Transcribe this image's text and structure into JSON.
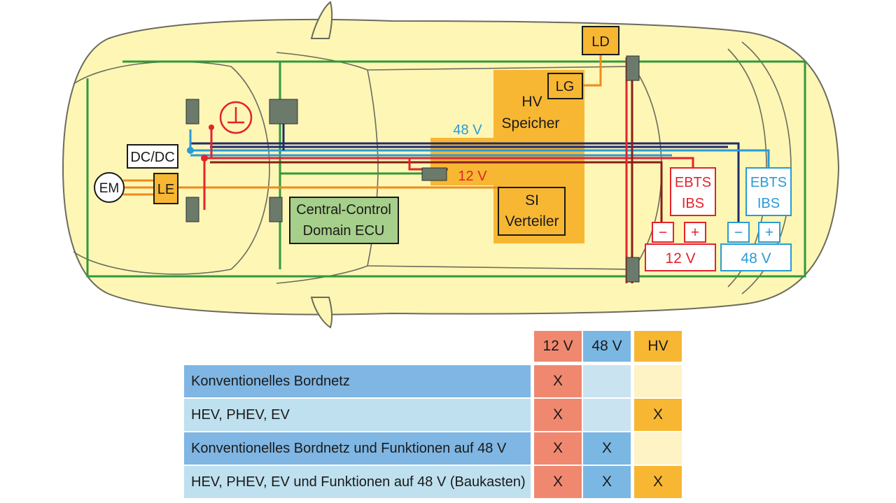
{
  "diagram": {
    "labels": {
      "ld": "LD",
      "lg": "LG",
      "hv_speicher_1": "HV",
      "hv_speicher_2": "Speicher",
      "v48": "48 V",
      "v12": "12 V",
      "si_1": "SI",
      "si_2": "Verteiler",
      "dcdc": "DC/DC",
      "le": "LE",
      "em": "EM",
      "ecu_1": "Central-Control",
      "ecu_2": "Domain ECU",
      "ebts12_1": "EBTS",
      "ebts12_2": "IBS",
      "ebts48_1": "EBTS",
      "ebts48_2": "IBS",
      "minus": "−",
      "plus": "+",
      "bat12": "12 V",
      "bat48": "48 V"
    },
    "colors": {
      "car_body": "#fdf6b5",
      "outline": "#6b6b5e",
      "green": "#2f9a3a",
      "orange": "#f08a1c",
      "hv_block": "#f7b733",
      "red": "#e3232f",
      "dark_red": "#8c1d1d",
      "navy": "#1f2a6b",
      "blue": "#2a9bd6",
      "ecu_fill": "#a6cf8b"
    }
  },
  "matrix": {
    "columns": [
      "12 V",
      "48 V",
      "HV"
    ],
    "column_colors": [
      "#f08870",
      "#7ab7e3",
      "#f7b733"
    ],
    "rows": [
      {
        "label": "Konventionelles Bordnetz",
        "marks": [
          "X",
          "",
          ""
        ]
      },
      {
        "label": "HEV, PHEV, EV",
        "marks": [
          "X",
          "",
          "X"
        ]
      },
      {
        "label": "Konventionelles Bordnetz und Funktionen auf 48 V",
        "marks": [
          "X",
          "X",
          ""
        ]
      },
      {
        "label": "HEV, PHEV, EV und Funktionen auf 48 V (Baukasten)",
        "marks": [
          "X",
          "X",
          "X"
        ]
      }
    ]
  }
}
